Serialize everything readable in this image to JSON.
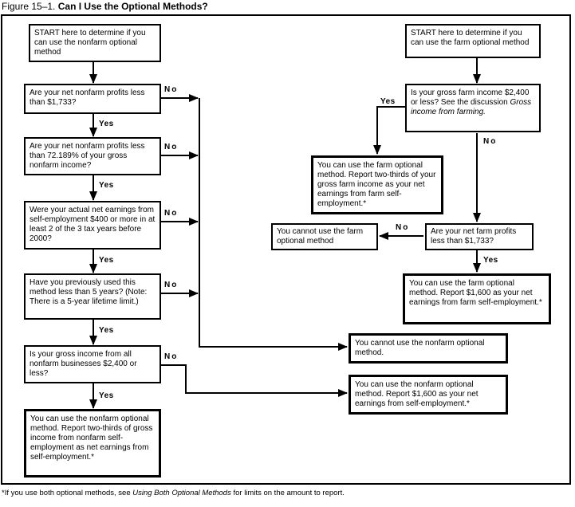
{
  "title": {
    "prefix": "Figure 15–1.",
    "main": "Can I Use the Optional Methods?"
  },
  "labels": {
    "yes": "Yes",
    "no": "No"
  },
  "nonfarm": {
    "start": "START here to determine if you can use the nonfarm optional method",
    "q_net_profits": "Are your net nonfarm profits less than $1,733?",
    "q_percent": "Are your net nonfarm profits less than 72.189% of your gross nonfarm income?",
    "q_prior_earnings": "Were your actual net earnings from self-employment $400 or more in at least 2 of the 3 tax years before 2000?",
    "q_five_years": "Have you previously used this method less than 5 years? (Note: There is a 5-year lifetime limit.)",
    "q_gross_income": "Is your gross income from all nonfarm businesses $2,400 or less?",
    "result_two_thirds": "You can use the nonfarm optional method. Report two-thirds of gross income from nonfarm self-employment as net earnings from self-employment.*",
    "result_cannot": "You cannot use the nonfarm optional method.",
    "result_1600": "You can use the nonfarm optional method. Report $1,600 as your net earnings from self-employment.*"
  },
  "farm": {
    "start": "START here to determine if you can use the farm optional method",
    "q_gross_income_pre": "Is your gross farm income $2,400 or less? See the discussion ",
    "q_gross_income_italic": "Gross income from farming.",
    "result_two_thirds": "You can use the farm optional method. Report two-thirds of your gross farm income as your net earnings from farm self-employment.*",
    "result_cannot": "You cannot use the farm optional method",
    "q_net_profits": "Are your net farm profits less than $1,733?",
    "result_1600": "You can use the farm optional method. Report $1,600 as your net earnings from farm self-employment.*"
  },
  "footnote": {
    "pre": "*If you use both optional methods, see ",
    "italic": "Using Both Optional Methods",
    "post": " for limits on the amount to report."
  },
  "colors": {
    "ink": "#000000",
    "paper": "#ffffff"
  }
}
